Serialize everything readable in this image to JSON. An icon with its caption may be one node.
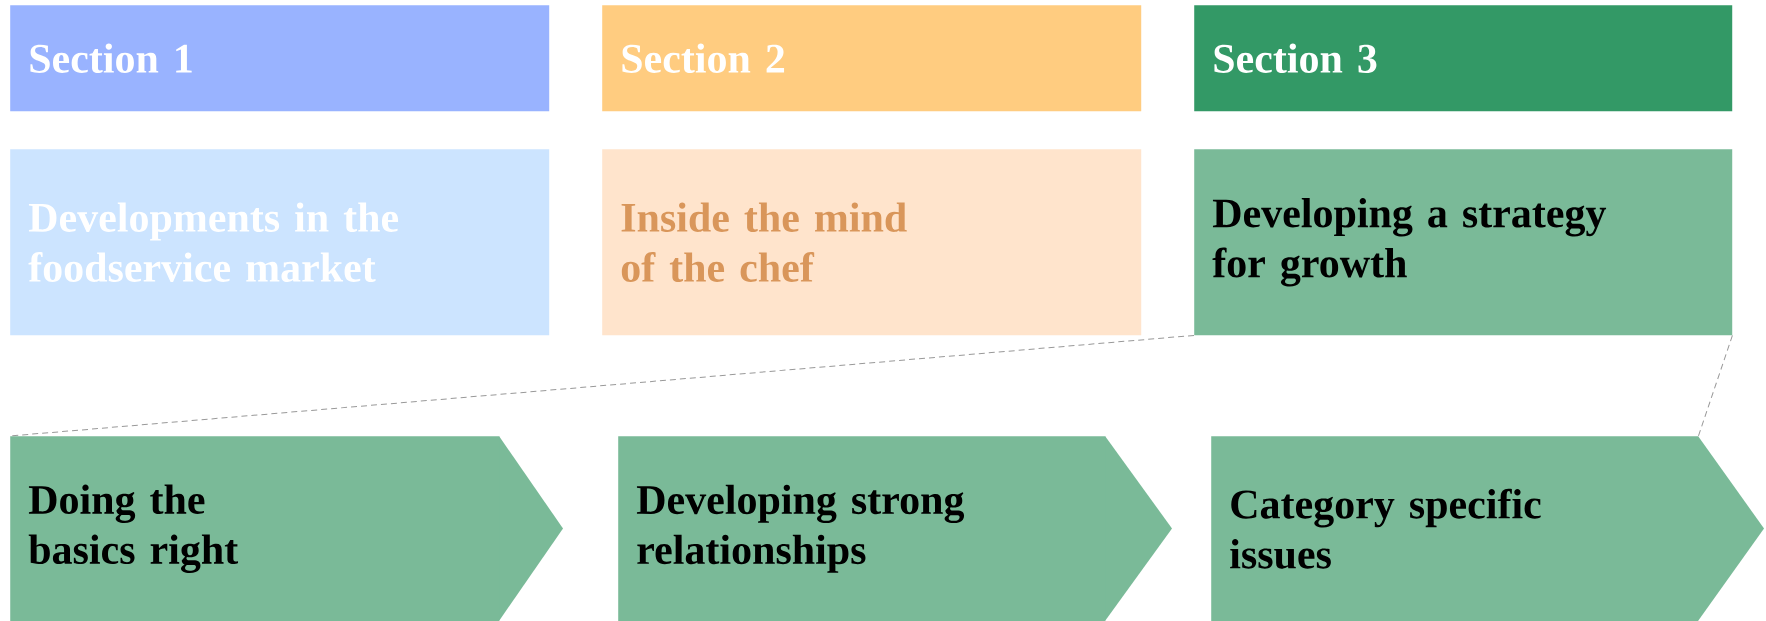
{
  "diagram": {
    "nodes": [
      {
        "text": [
          "Section 1"
        ]
      },
      {
        "text": [
          "Section 2"
        ]
      },
      {
        "text": [
          "Section 3"
        ]
      },
      {
        "text": [
          "Developments in the foodservice market"
        ]
      },
      {
        "text": [
          "Inside the mind of the chef"
        ]
      },
      {
        "text": [
          "Developing a strategy for growth"
        ]
      },
      {
        "text": [
          "Doing the basics right"
        ]
      },
      {
        "text": [
          "Developing strong relationships"
        ]
      },
      {
        "text": [
          "Category specific issues"
        ]
      }
    ],
    "edges": [
      {
        "from": 5,
        "to": 6,
        "arrow": "none",
        "style": "dashed"
      },
      {
        "from": 5,
        "to": 8,
        "arrow": "none",
        "style": "dashed"
      }
    ]
  }
}
